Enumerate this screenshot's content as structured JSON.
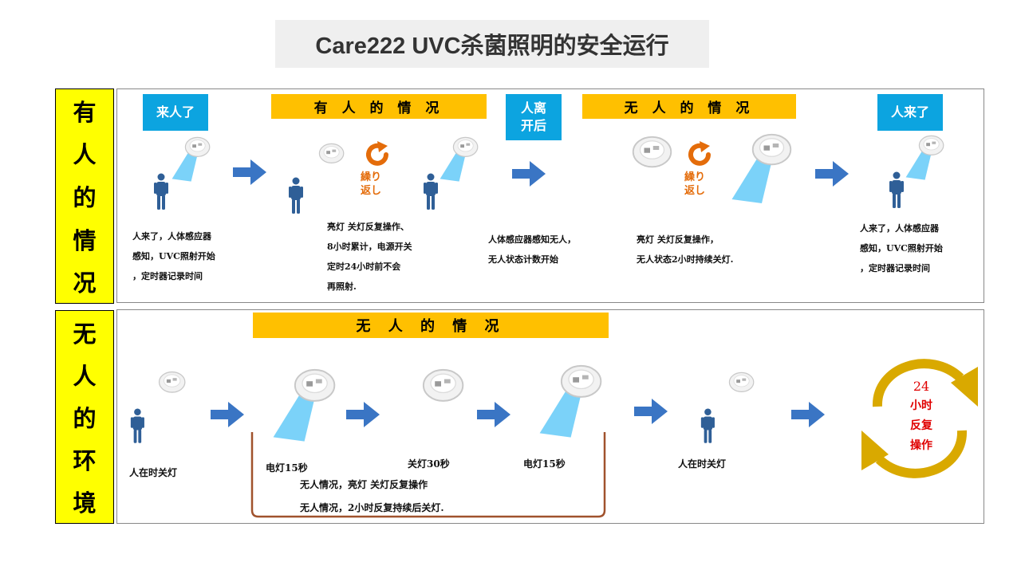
{
  "title": "Care222 UVC杀菌照明的安全运行",
  "colors": {
    "banner": "#ffc000",
    "blue_box": "#0ca4e0",
    "arrow": "#3a75c4",
    "side_label": "#ffff00",
    "repeat_text": "#e46c0a",
    "cycle_text": "#e00000",
    "cycle_arrow": "#d9a900",
    "bracket": "#a0522d",
    "person": "#2f5f97",
    "uv_beam": "#4fc3f7"
  },
  "section1": {
    "side_label": [
      "有",
      "人",
      "的",
      "情",
      "况"
    ],
    "banners": [
      "有 人 的 情 况",
      "无 人 的 情 况"
    ],
    "blue_boxes": [
      "来人了",
      "人离\n开后",
      "人来了"
    ],
    "repeat_labels": [
      "繰り\n返し",
      "繰り\n返し"
    ],
    "descriptions": [
      "人来了，人体感应器\n感知，UVC照射开始\n，定时器记录时间",
      "亮灯 关灯反复操作、\n8小时累计，电源开关\n定时24小时前不会\n再照射.",
      "人体感应器感知无人，\n无人状态计数开始",
      "亮灯 关灯反复操作，\n无人状态2小时持续关灯.",
      "人来了，人体感应器\n感知，UVC照射开始\n，定时器记录时间"
    ]
  },
  "section2": {
    "side_label": [
      "无",
      "人",
      "的",
      "环",
      "境"
    ],
    "banner": "无  人  的  情  况",
    "captions": [
      "人在时关灯",
      "电灯15秒",
      "关灯30秒",
      "电灯15秒",
      "人在时关灯"
    ],
    "notes": [
      "无人情况，亮灯 关灯反复操作",
      "无人情况，2小时反复持续后关灯."
    ],
    "cycle": {
      "number": "24",
      "lines": [
        "小时",
        "反复",
        "操作"
      ]
    }
  },
  "icons": {
    "arrow": "right-arrow-icon",
    "lamp": "uv-lamp-icon",
    "person": "person-icon",
    "repeat": "repeat-icon",
    "cycle": "cycle-arrows-icon"
  }
}
